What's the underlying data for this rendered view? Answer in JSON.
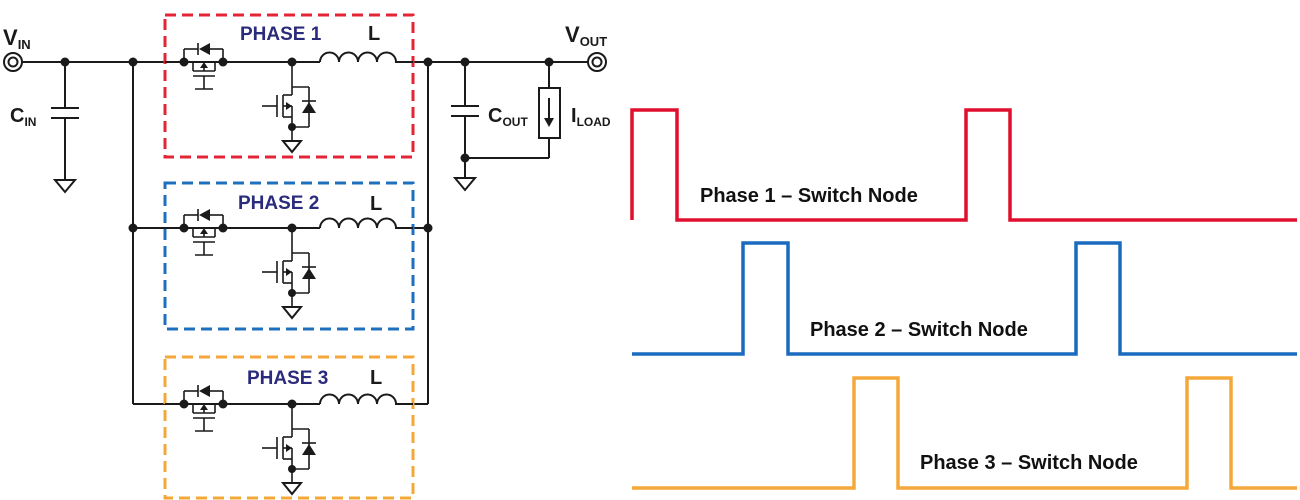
{
  "circuit": {
    "vin": {
      "main": "V",
      "sub": "IN"
    },
    "vout": {
      "main": "V",
      "sub": "OUT"
    },
    "cin": {
      "main": "C",
      "sub": "IN"
    },
    "cout": {
      "main": "C",
      "sub": "OUT"
    },
    "iload": {
      "main": "I",
      "sub": "LOAD"
    },
    "phases": [
      {
        "title": "PHASE 1",
        "inductor": "L",
        "color": "#e32636"
      },
      {
        "title": "PHASE 2",
        "inductor": "L",
        "color": "#1f6fbf"
      },
      {
        "title": "PHASE 3",
        "inductor": "L",
        "color": "#f5a83a"
      }
    ]
  },
  "waveforms": [
    {
      "label": "Phase 1 – Switch Node",
      "color": "#e00f2d"
    },
    {
      "label": "Phase 2 – Switch Node",
      "color": "#1a6bc0"
    },
    {
      "label": "Phase 3 – Switch Node",
      "color": "#f5a83a"
    }
  ]
}
